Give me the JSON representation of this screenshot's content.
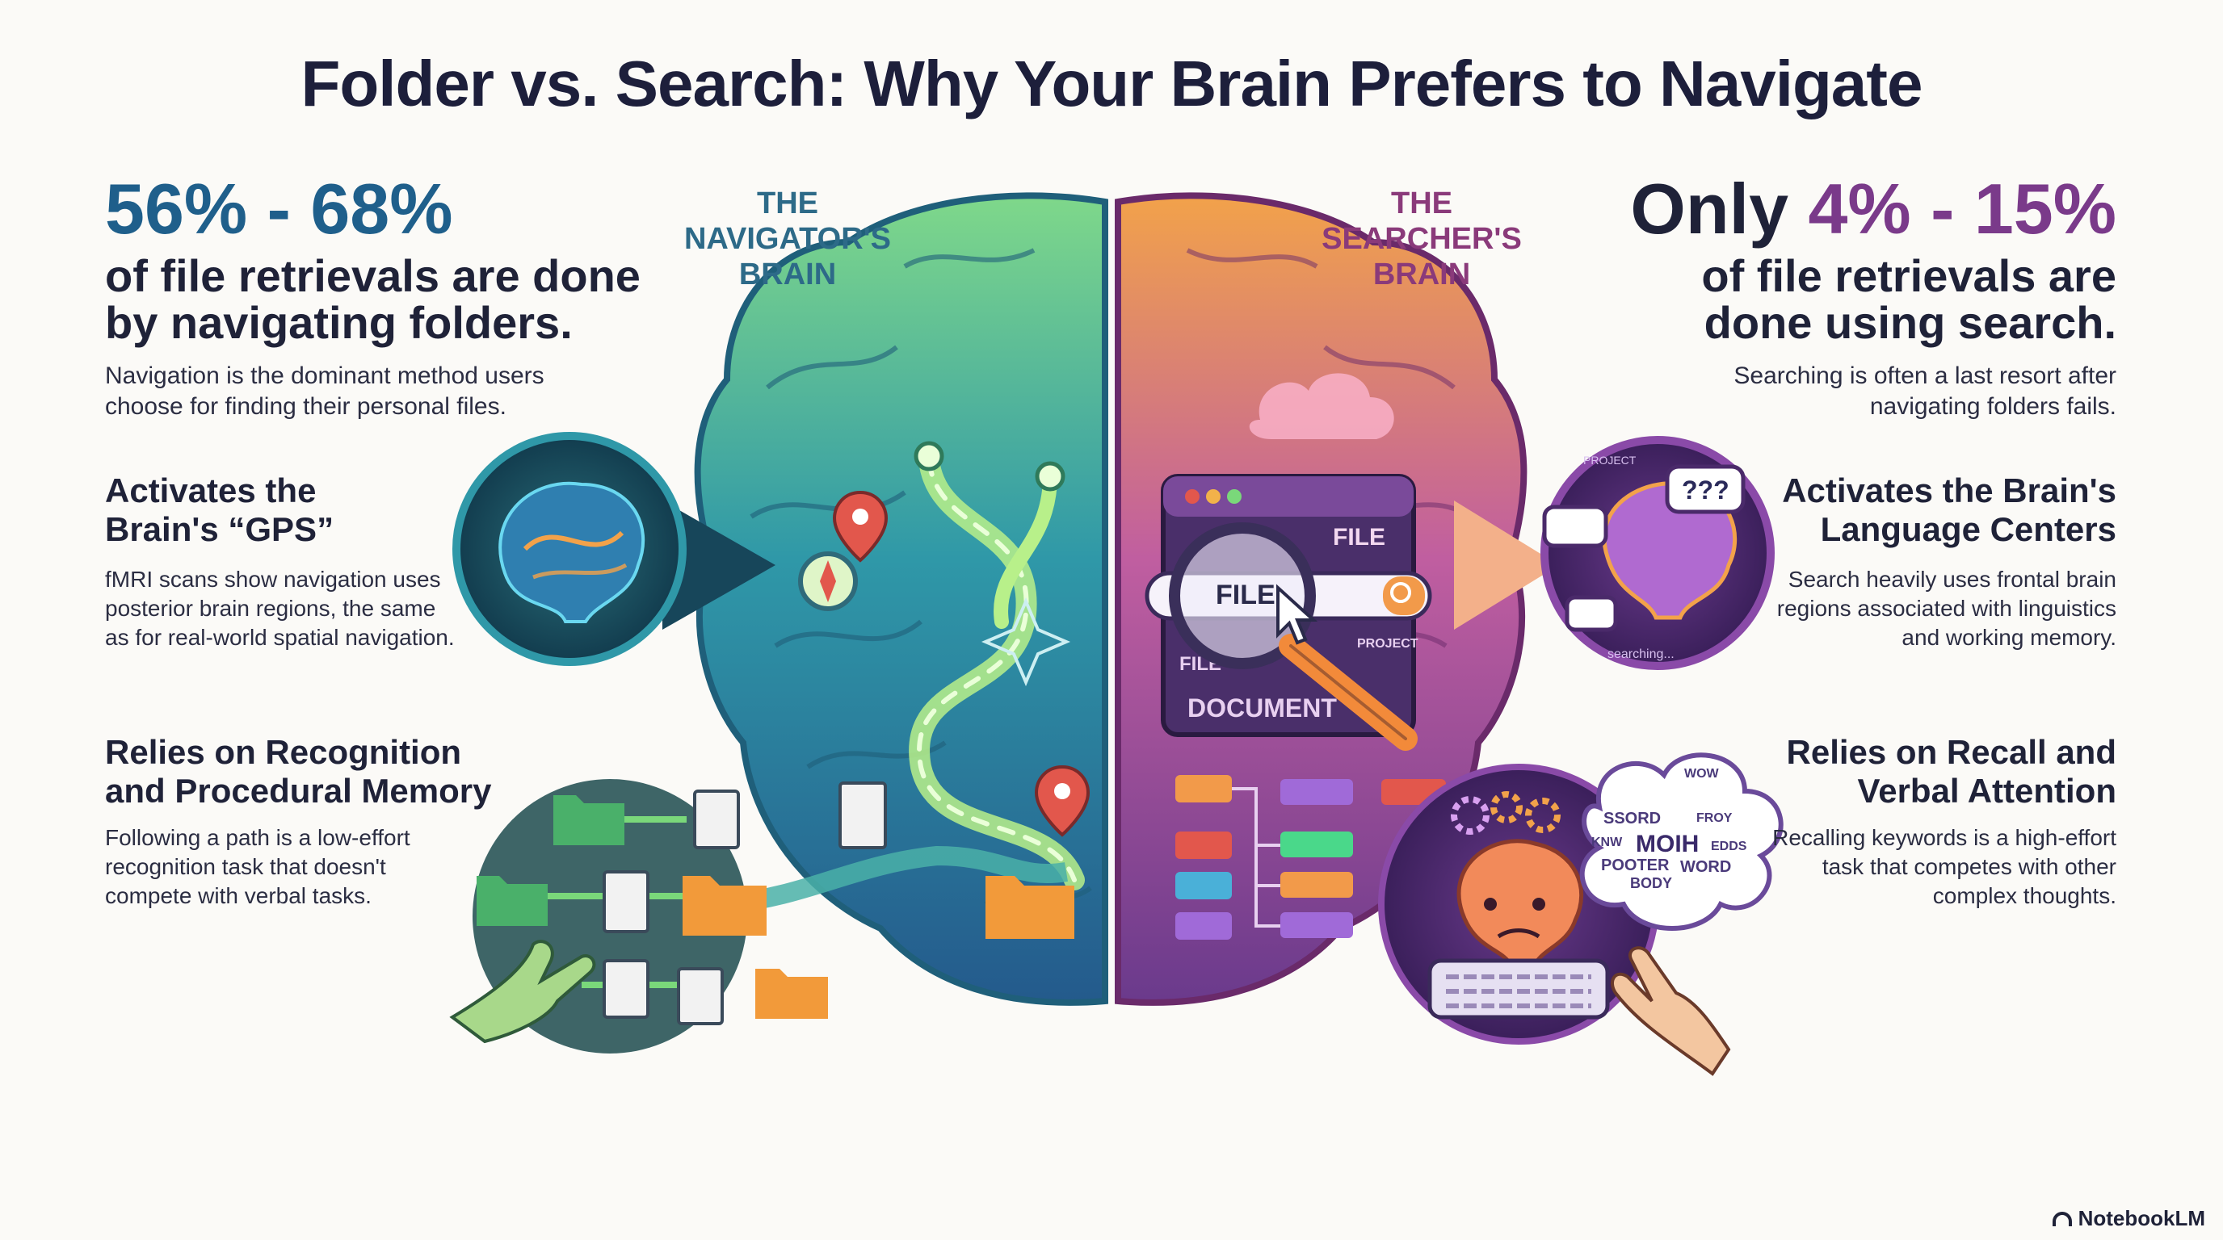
{
  "title": "Folder vs. Search: Why Your Brain Prefers to Navigate",
  "left": {
    "stat": "56% - 68%",
    "headline_1": "of file retrievals are done",
    "headline_2": "by navigating folders.",
    "desc_1": "Navigation is the dominant method users",
    "desc_2": "choose for finding their personal files.",
    "gps_title_1": "Activates the",
    "gps_title_2": "Brain's “GPS”",
    "gps_desc_1": "fMRI scans show navigation uses",
    "gps_desc_2": "posterior brain regions, the same",
    "gps_desc_3": "as for real-world spatial navigation.",
    "rec_title_1": "Relies on Recognition",
    "rec_title_2": "and Procedural Memory",
    "rec_desc_1": "Following a path is a low-effort",
    "rec_desc_2": "recognition task that doesn't",
    "rec_desc_3": "compete with verbal tasks."
  },
  "right": {
    "stat_prefix": "Only ",
    "stat": "4% - 15%",
    "headline_1": "of file retrievals are",
    "headline_2": "done using search.",
    "desc_1": "Searching is often a last resort after",
    "desc_2": "navigating folders fails.",
    "lang_title_1": "Activates the Brain's",
    "lang_title_2": "Language Centers",
    "lang_desc_1": "Search heavily uses frontal brain",
    "lang_desc_2": "regions associated with linguistics",
    "lang_desc_3": "and working memory.",
    "recall_title_1": "Relies on Recall and",
    "recall_title_2": "Verbal Attention",
    "recall_desc_1": "Recalling keywords is a high-effort",
    "recall_desc_2": "task that competes with other",
    "recall_desc_3": "complex thoughts."
  },
  "brain": {
    "navigator_1": "THE",
    "navigator_2": "NAVIGATOR'S",
    "navigator_3": "BRAIN",
    "searcher_1": "THE",
    "searcher_2": "SEARCHER'S",
    "searcher_3": "BRAIN",
    "file_label": "FILE",
    "search_box": "FILE",
    "document_label": "DOCUMENT",
    "file_small": "FILE",
    "project_label": "PROJECT",
    "bubble_q": "???",
    "searching_label": "searching...",
    "project_small": "PROJECT",
    "words": [
      "WOW",
      "SSORD",
      "FROY",
      "KNW",
      "MOIH",
      "EDDS",
      "POOTER",
      "WORD",
      "BODY"
    ]
  },
  "footer": {
    "brand": "NotebookLM"
  },
  "colors": {
    "title": "#1d1f3b",
    "stat_blue": "#1f5f8b",
    "stat_purple": "#7a3a8a",
    "navigator_label": "#2d6a88",
    "searcher_label": "#8a3a7a",
    "left_brain": "#2f8fa8",
    "right_brain": "#b4509a"
  }
}
